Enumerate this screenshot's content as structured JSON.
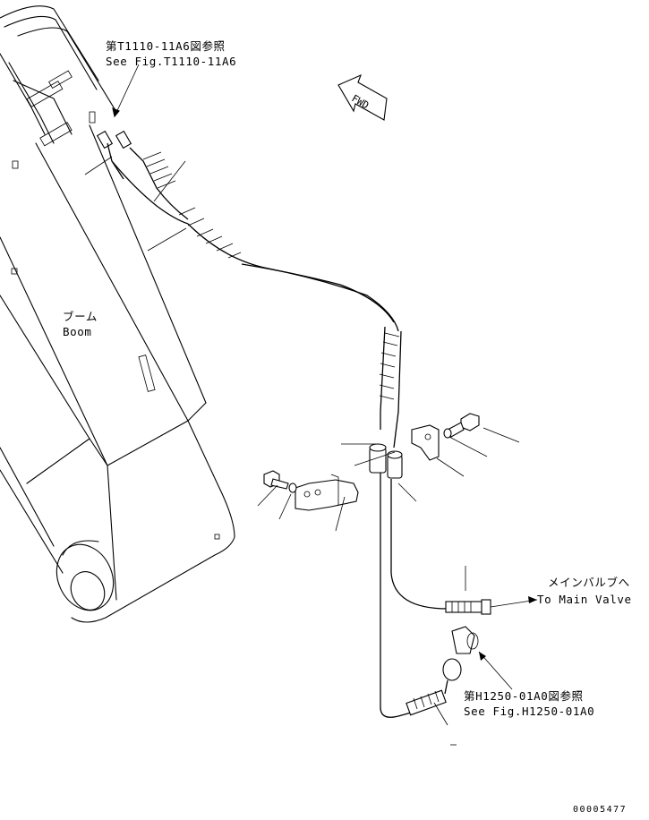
{
  "labels": {
    "ref_top_jp": "第T1110-11A6図参照",
    "ref_top_en": "See Fig.T1110-11A6",
    "fwd": "FWD",
    "boom_jp": "ブーム",
    "boom_en": "Boom",
    "main_valve_jp": "メインバルブへ",
    "main_valve_en": "To Main Valve",
    "ref_bottom_jp": "第H1250-01A0図参照",
    "ref_bottom_en": "See Fig.H1250-01A0",
    "drawing_number": "00005477"
  }
}
